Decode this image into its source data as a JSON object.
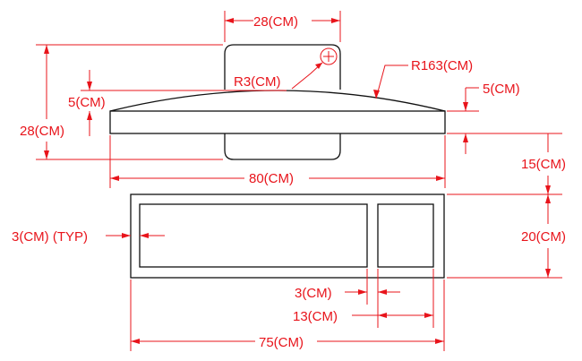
{
  "drawing": {
    "line_color": "#111111",
    "dimension_color": "#e8141b",
    "dimensions": {
      "top_width": "28(CM)",
      "corner_radius": "R3(CM)",
      "arc_radius": "R163(CM)",
      "arc_height_left": "5(CM)",
      "arc_height_right": "5(CM)",
      "overall_height": "28(CM)",
      "depth_right": "15(CM)",
      "slab_width": "80(CM)",
      "wall_thickness": "3(CM) (TYP)",
      "plan_height": "20(CM)",
      "inner_wall": "3(CM)",
      "small_compartment": "13(CM)",
      "plan_width": "75(CM)"
    }
  }
}
